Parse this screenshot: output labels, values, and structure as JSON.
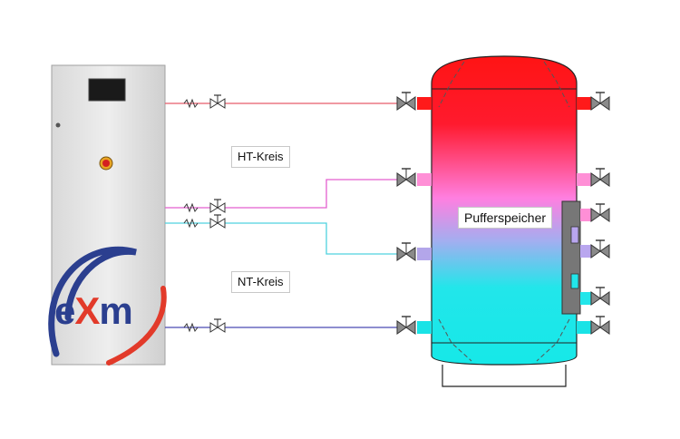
{
  "brand": {
    "logo_text_e": "e",
    "logo_text_x": "X",
    "logo_text_m": "m",
    "primary_color": "#2b3f8f",
    "accent_color": "#e23a2a"
  },
  "labels": {
    "ht_circuit": "HT-Kreis",
    "nt_circuit": "NT-Kreis",
    "buffer_tank": "Pufferspeicher"
  },
  "colors": {
    "hot": "#ff1f1f",
    "warm": "#ff7fd8",
    "cool": "#19e8e8",
    "cold": "#3535b5",
    "hot_pipe": "#e65c6b",
    "warm_pipe": "#e35fcf",
    "cool_pipe": "#4fd2df",
    "cold_pipe": "#4a4ab2",
    "valve": "#808080"
  },
  "icons": {
    "valve": "shutoff-valve-icon",
    "strainer": "dirt-strainer-icon",
    "control_panel": "display-screen-icon",
    "emergency_stop": "emergency-stop-icon"
  }
}
